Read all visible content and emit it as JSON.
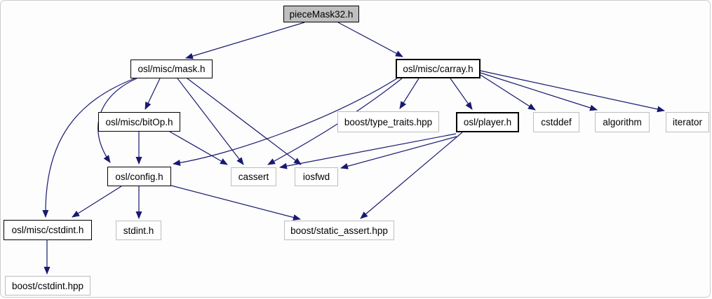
{
  "diagram": {
    "kind": "include-dependency-graph",
    "focus_file": "pieceMask32.h",
    "colors": {
      "edge": "#191970",
      "focus_node_fill": "#bfbfbf",
      "linked_node_border": "#000000",
      "leaf_node_border": "#bdbdbd",
      "background": "#fcfdfc",
      "text": "#000000"
    },
    "nodes": [
      {
        "label": "pieceMask32.h",
        "type": "focus"
      },
      {
        "label": "osl/misc/mask.h",
        "type": "linked"
      },
      {
        "label": "osl/misc/carray.h",
        "type": "linked"
      },
      {
        "label": "osl/misc/bitOp.h",
        "type": "linked"
      },
      {
        "label": "boost/type_traits.hpp",
        "type": "leaf"
      },
      {
        "label": "osl/player.h",
        "type": "linked"
      },
      {
        "label": "cstddef",
        "type": "leaf"
      },
      {
        "label": "algorithm",
        "type": "leaf"
      },
      {
        "label": "iterator",
        "type": "leaf"
      },
      {
        "label": "osl/config.h",
        "type": "linked"
      },
      {
        "label": "cassert",
        "type": "leaf"
      },
      {
        "label": "iosfwd",
        "type": "leaf"
      },
      {
        "label": "osl/misc/cstdint.h",
        "type": "linked"
      },
      {
        "label": "stdint.h",
        "type": "leaf"
      },
      {
        "label": "boost/static_assert.hpp",
        "type": "leaf"
      },
      {
        "label": "boost/cstdint.hpp",
        "type": "leaf"
      }
    ],
    "edges": [
      {
        "from": "pieceMask32.h",
        "to": "osl/misc/mask.h"
      },
      {
        "from": "pieceMask32.h",
        "to": "osl/misc/carray.h"
      },
      {
        "from": "osl/misc/mask.h",
        "to": "osl/misc/bitOp.h"
      },
      {
        "from": "osl/misc/mask.h",
        "to": "cassert"
      },
      {
        "from": "osl/misc/mask.h",
        "to": "iosfwd"
      },
      {
        "from": "osl/misc/mask.h",
        "to": "osl/config.h"
      },
      {
        "from": "osl/misc/mask.h",
        "to": "osl/misc/cstdint.h"
      },
      {
        "from": "osl/misc/bitOp.h",
        "to": "osl/config.h"
      },
      {
        "from": "osl/misc/bitOp.h",
        "to": "cassert"
      },
      {
        "from": "osl/misc/carray.h",
        "to": "osl/config.h"
      },
      {
        "from": "osl/misc/carray.h",
        "to": "cassert"
      },
      {
        "from": "osl/misc/carray.h",
        "to": "boost/type_traits.hpp"
      },
      {
        "from": "osl/misc/carray.h",
        "to": "osl/player.h"
      },
      {
        "from": "osl/misc/carray.h",
        "to": "cstddef"
      },
      {
        "from": "osl/misc/carray.h",
        "to": "algorithm"
      },
      {
        "from": "osl/misc/carray.h",
        "to": "iterator"
      },
      {
        "from": "osl/player.h",
        "to": "cassert"
      },
      {
        "from": "osl/player.h",
        "to": "iosfwd"
      },
      {
        "from": "osl/player.h",
        "to": "boost/static_assert.hpp"
      },
      {
        "from": "osl/config.h",
        "to": "osl/misc/cstdint.h"
      },
      {
        "from": "osl/config.h",
        "to": "stdint.h"
      },
      {
        "from": "osl/config.h",
        "to": "boost/static_assert.hpp"
      },
      {
        "from": "osl/misc/cstdint.h",
        "to": "boost/cstdint.hpp"
      }
    ]
  }
}
